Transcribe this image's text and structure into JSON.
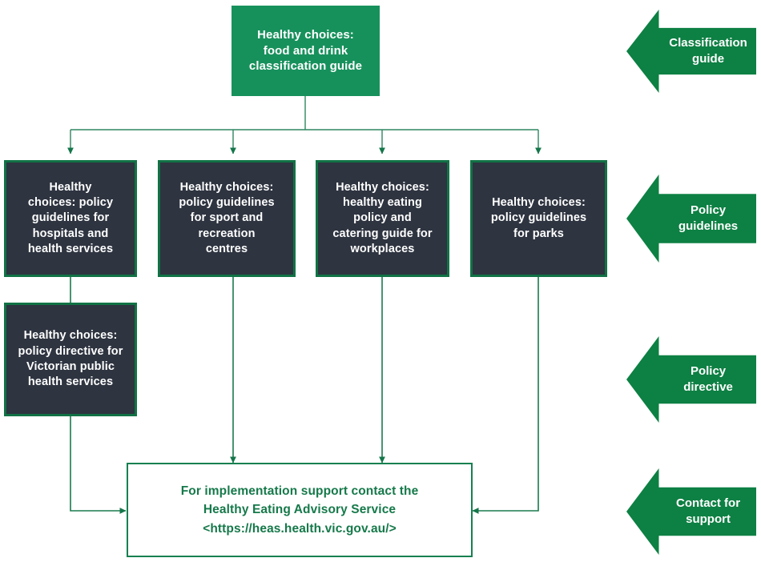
{
  "diagram": {
    "title": "Healthy choices suite of policies flowchart",
    "colors": {
      "brand_green": "#17915c",
      "border_green": "#117245",
      "arrow_green": "#0d8043",
      "connector_green": "#1a7a4e",
      "dark_navy": "#2e3440",
      "contact_text_green": "#16794a",
      "white": "#ffffff"
    },
    "root": {
      "line1": "Healthy choices:",
      "line2": "food and drink",
      "line3": "classification guide"
    },
    "policy_boxes": [
      {
        "id": "hospitals",
        "lines": [
          "Healthy",
          "choices: policy",
          "guidelines for",
          "hospitals and",
          "health services"
        ]
      },
      {
        "id": "sport-recreation",
        "lines": [
          "Healthy choices:",
          "policy guidelines",
          "for sport and",
          "recreation",
          "centres"
        ]
      },
      {
        "id": "workplaces",
        "lines": [
          "Healthy choices:",
          "healthy eating",
          "policy and",
          "catering guide for",
          "workplaces"
        ]
      },
      {
        "id": "parks",
        "lines": [
          "Healthy choices:",
          "policy guidelines",
          "for parks"
        ]
      }
    ],
    "directive_box": {
      "id": "victorian-public-health-services",
      "lines": [
        "Healthy choices:",
        "policy directive for",
        "Victorian public",
        "health services"
      ]
    },
    "contact_box": {
      "line1": "For implementation support contact the",
      "line2": "Healthy Eating Advisory Service",
      "line3": "<https://heas.health.vic.gov.au/>"
    },
    "legend_arrows": [
      {
        "id": "classification-guide",
        "line1": "Classification",
        "line2": "guide"
      },
      {
        "id": "policy-guidelines",
        "line1": "Policy",
        "line2": "guidelines"
      },
      {
        "id": "policy-directive",
        "line1": "Policy",
        "line2": "directive"
      },
      {
        "id": "contact-for-support",
        "line1": "Contact for",
        "line2": "support"
      }
    ]
  }
}
